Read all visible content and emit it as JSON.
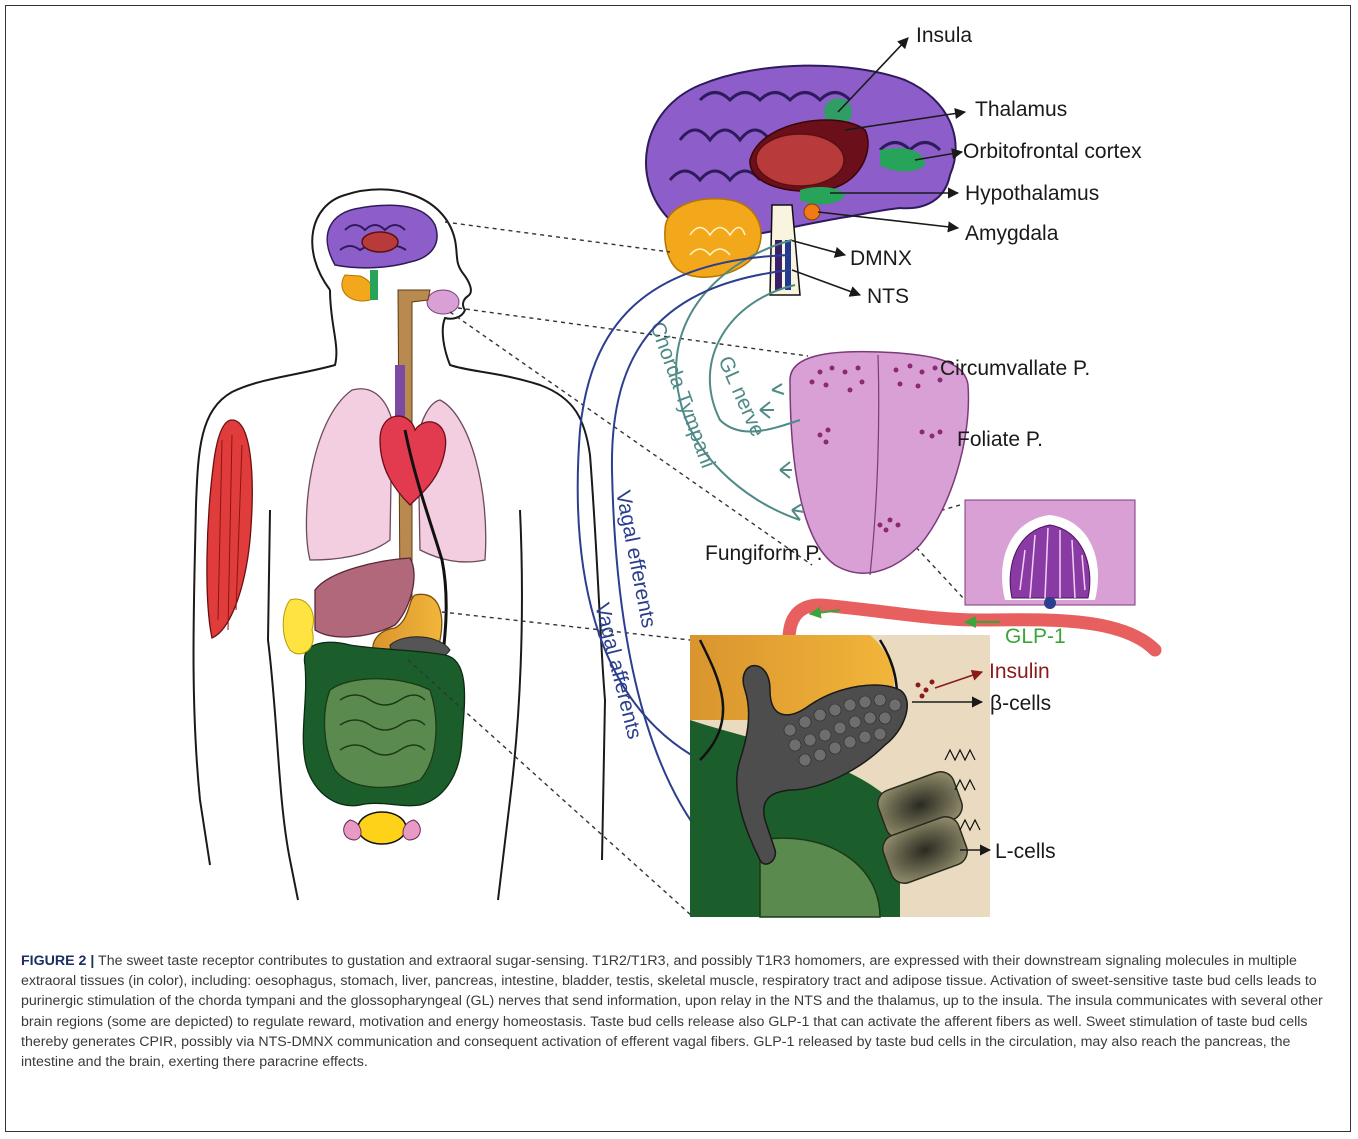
{
  "labels": {
    "insula": "Insula",
    "thalamus": "Thalamus",
    "orbitofrontal": "Orbitofrontal cortex",
    "hypothalamus": "Hypothalamus",
    "amygdala": "Amygdala",
    "dmnx": "DMNX",
    "nts": "NTS",
    "gl_nerve": "GL nerve",
    "chorda_tympani": "Chorda Tympani",
    "circumvallate": "Circumvallate P.",
    "foliate": "Foliate P.",
    "fungiform": "Fungiform P.",
    "vagal_efferents": "Vagal efferents",
    "vagal_afferents": "Vagal afferents",
    "glp1": "GLP-1",
    "insulin": "Insulin",
    "beta_cells": "β-cells",
    "l_cells": "L-cells"
  },
  "caption": {
    "figure_label": "FIGURE 2 |",
    "text": " The sweet taste receptor contributes to gustation and extraoral sugar-sensing. T1R2/T1R3, and possibly T1R3 homomers, are expressed with their downstream signaling molecules in multiple extraoral tissues (in color), including: oesophagus, stomach, liver, pancreas, intestine, bladder, testis, skeletal muscle, respiratory tract and adipose tissue. Activation of sweet-sensitive taste bud cells leads to purinergic stimulation of the chorda tympani and the glossopharyngeal (GL) nerves that send information, upon relay in the NTS and the thalamus, up to the insula. The insula communicates with several other brain regions (some are depicted) to regulate reward, motivation and energy homeostasis. Taste bud cells release also GLP-1 that can activate the afferent fibers as well. Sweet stimulation of taste bud cells thereby generates CPIR, possibly via NTS-DMNX communication and consequent activation of efferent vagal fibers. GLP-1 released by taste bud cells in the circulation, may also reach the pancreas, the intestine and the brain, exerting there paracrine effects."
  },
  "colors": {
    "cortex": "#8d5ec9",
    "cortex_folds": "#2f1a5c",
    "thalamus": "#b83a3a",
    "limbic": "#27a35a",
    "cerebellum": "#f3a81b",
    "tongue": "#d9a0d6",
    "vagal": "#2c3f8f",
    "taste_nerve": "#4f8a86",
    "blood_vessel": "#e85f5f",
    "glp1": "#3aa63a",
    "insulin": "#8b1a1a",
    "intestine_dark": "#1b5e2c",
    "intestine_light": "#5b8a4f",
    "stomach": "#e9a93a",
    "pancreas": "#4d4d4d",
    "lungs": "#f3cde0",
    "heart": "#e23b4f",
    "liver": "#b0687a",
    "muscle": "#e03c3c",
    "adipose": "#ffe340",
    "bladder": "#ffd21a"
  }
}
